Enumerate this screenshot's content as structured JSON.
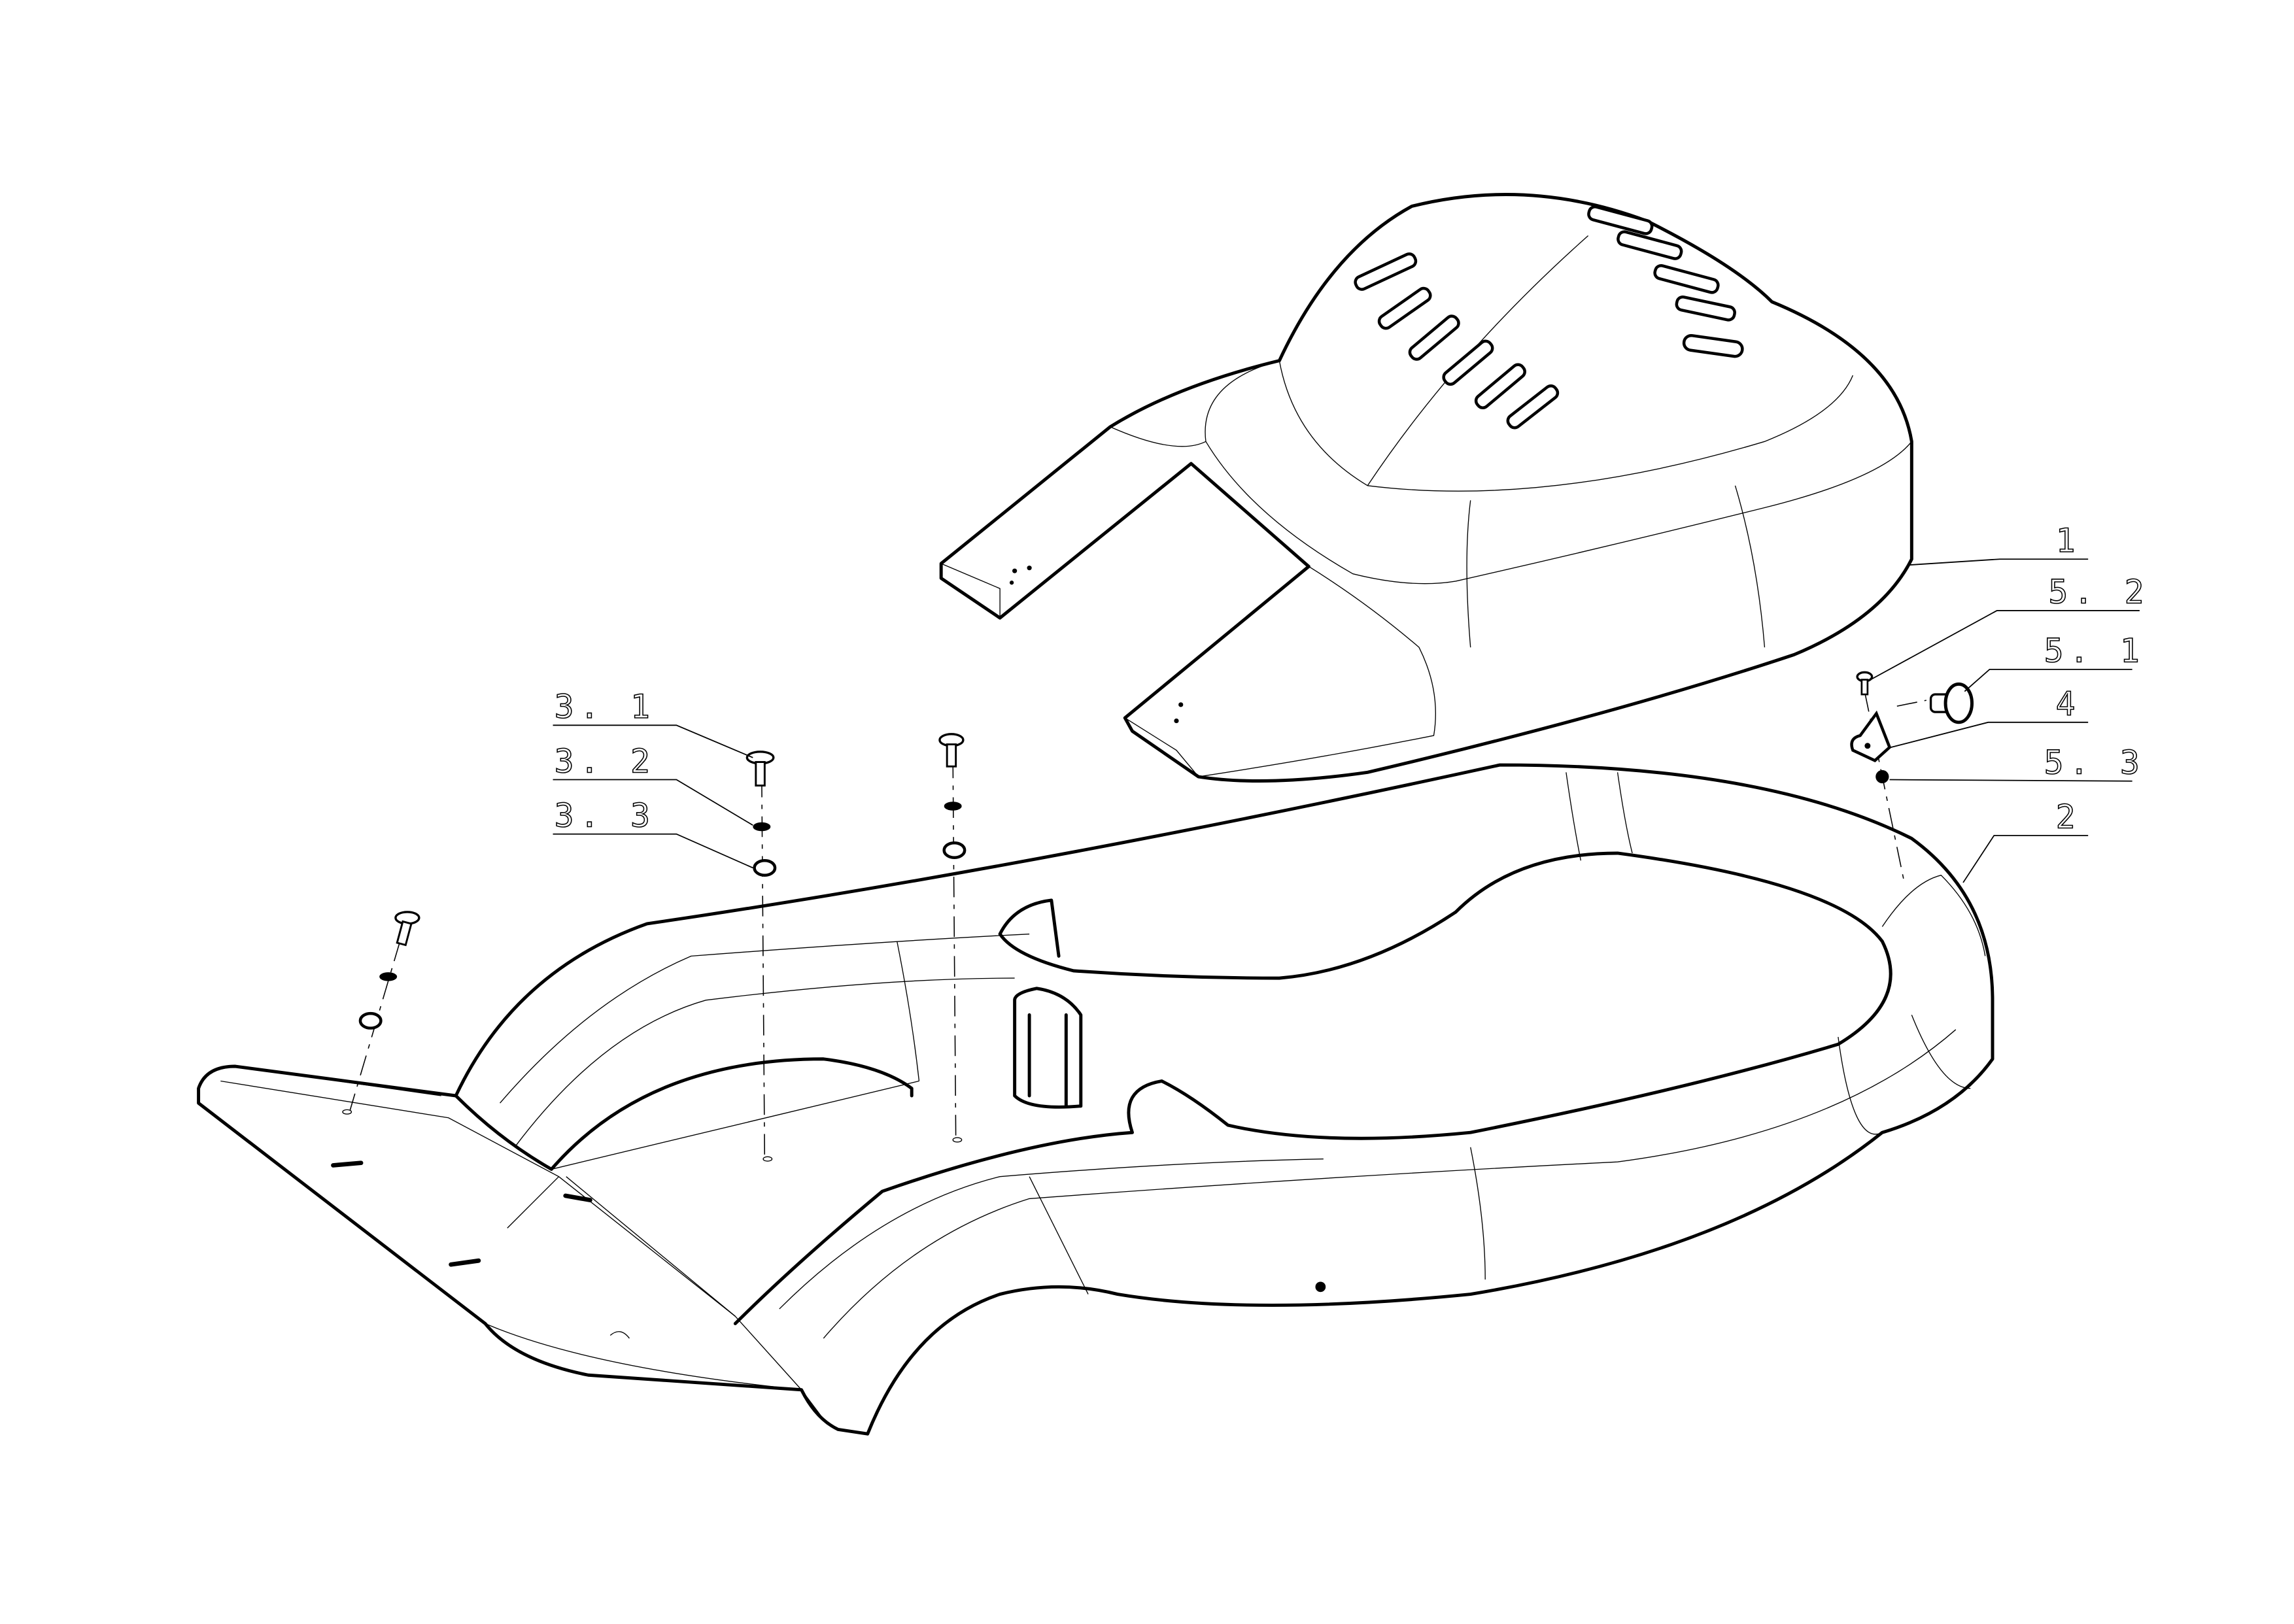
{
  "drawing": {
    "title": "Exploded assembly view: seat cover and body shell",
    "colors": {
      "line": "#000000",
      "background": "#ffffff"
    },
    "callouts": [
      {
        "id": "1",
        "label": "1",
        "part": "seat-cover"
      },
      {
        "id": "5.2",
        "label": "5. 2",
        "part": "screw"
      },
      {
        "id": "5.1",
        "label": "5. 1",
        "part": "knob"
      },
      {
        "id": "4",
        "label": "4",
        "part": "bracket"
      },
      {
        "id": "5.3",
        "label": "5. 3",
        "part": "nut"
      },
      {
        "id": "2",
        "label": "2",
        "part": "body-shell"
      },
      {
        "id": "3.1",
        "label": "3. 1",
        "part": "carriage-bolt"
      },
      {
        "id": "3.2",
        "label": "3. 2",
        "part": "washer"
      },
      {
        "id": "3.3",
        "label": "3. 3",
        "part": "hex-nut"
      }
    ]
  }
}
